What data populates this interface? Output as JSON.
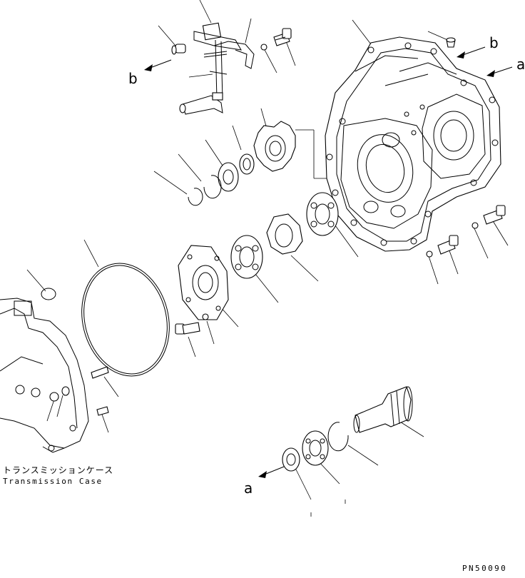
{
  "labels": {
    "ref_b_top": "b",
    "ref_a_top": "a",
    "ref_b_left": "b",
    "ref_a_bottom": "a",
    "case_jp": "トランスミッションケース",
    "case_en": "Transmission Case",
    "figure_code": "PN50090"
  }
}
